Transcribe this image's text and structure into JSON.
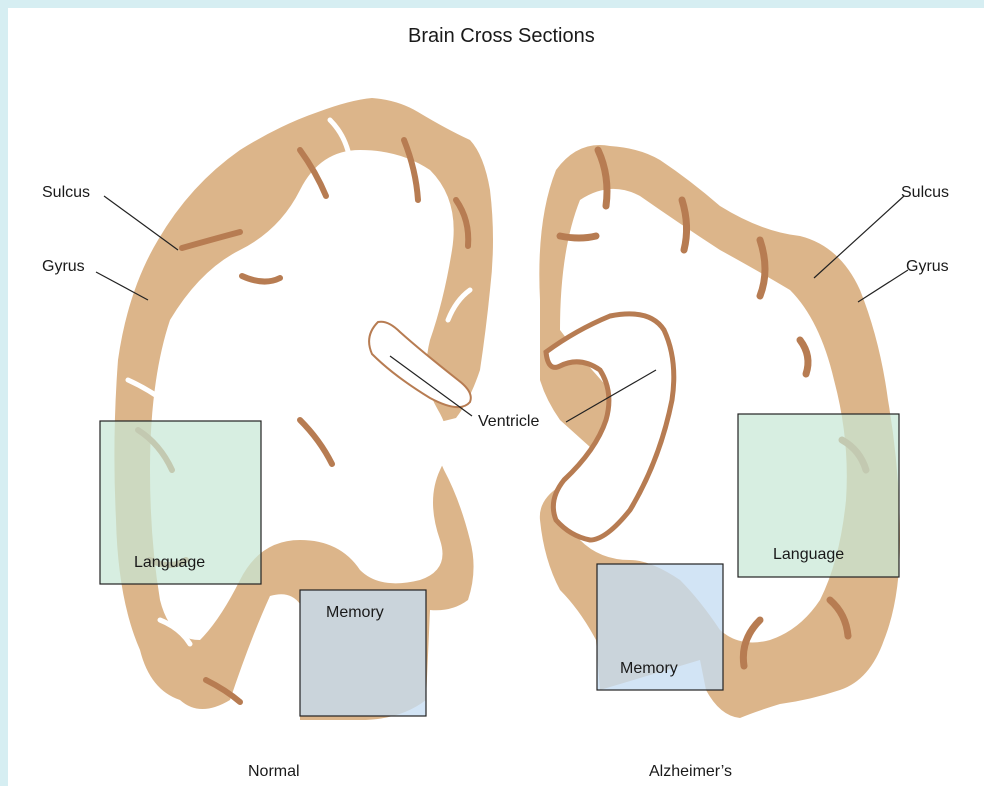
{
  "title": "Brain Cross Sections",
  "labels": {
    "sulcus_left": "Sulcus",
    "gyrus_left": "Gyrus",
    "sulcus_right": "Sulcus",
    "gyrus_right": "Gyrus",
    "ventricle": "Ventricle",
    "language_normal": "Language",
    "memory_normal": "Memory",
    "language_alz": "Language",
    "memory_alz": "Memory"
  },
  "captions": {
    "normal": "Normal",
    "alzheimers": "Alzheimer’s"
  },
  "colors": {
    "page_border": "#d6eef2",
    "cortex": "#dcb58a",
    "cortex_dark": "#b77c52",
    "white_matter": "#ffffff",
    "language_overlay": "#c8e8d6",
    "memory_overlay": "#c5dcf2",
    "box_outline": "#222222"
  }
}
